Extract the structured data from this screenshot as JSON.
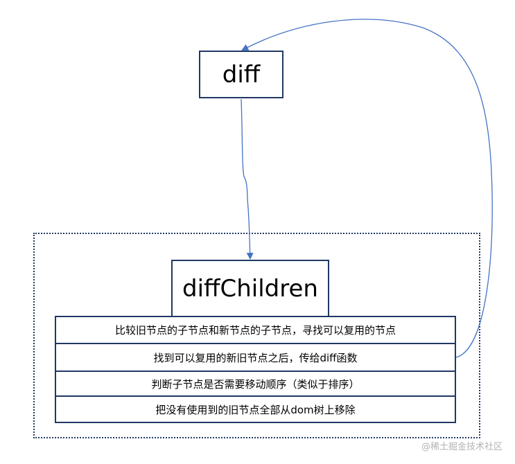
{
  "nodes": {
    "diff": "diff",
    "diff_children": "diffChildren"
  },
  "steps": [
    "比较旧节点的子节点和新节点的子节点，寻找可以复用的节点",
    "找到可以复用的新旧节点之后，传给diff函数",
    "判断子节点是否需要移动顺序（类似于排序）",
    "把没有使用到的旧节点全部从dom树上移除"
  ],
  "watermark": "@稀土掘金技术社区",
  "colors": {
    "box_border": "#1f3864",
    "arrow": "#4472c4"
  }
}
